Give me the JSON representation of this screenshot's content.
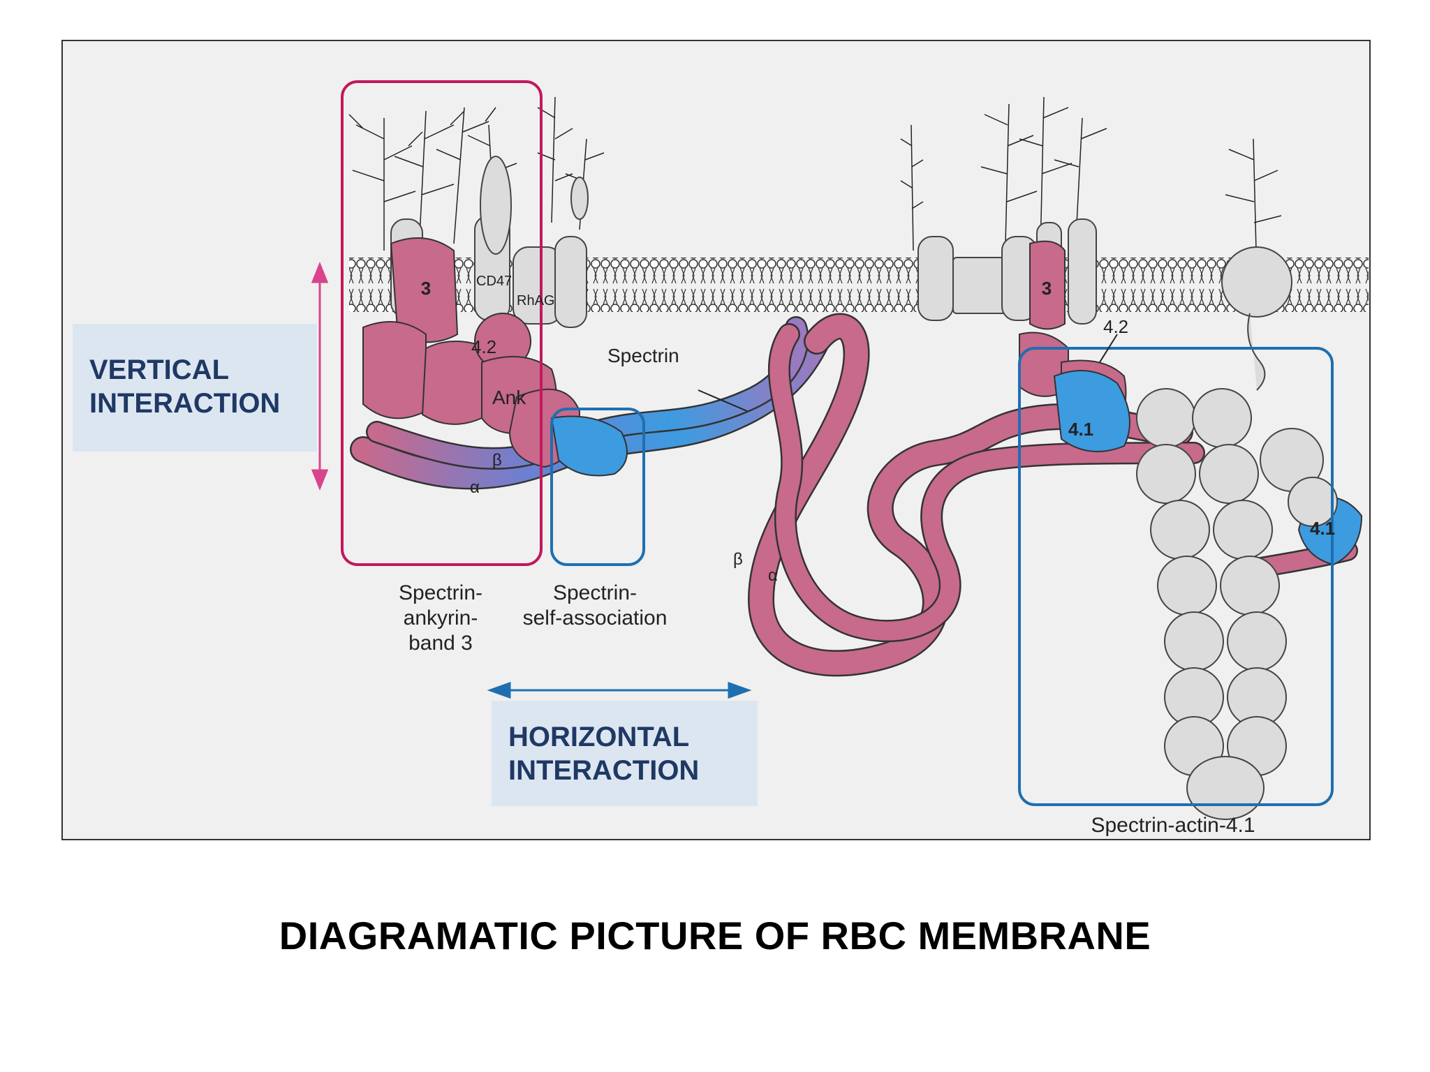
{
  "labels": {
    "band3_left": "3",
    "band3_right": "3",
    "cd47": "CD47",
    "rhag": "RhAG",
    "protein42_left": "4.2",
    "protein42_right": "4.2",
    "ankyrin": "Ank",
    "spectrin": "Spectrin",
    "beta_left": "β",
    "alpha_left": "α",
    "beta_mid": "β",
    "alpha_mid": "α",
    "protein41_a": "4.1",
    "protein41_b": "4.1"
  },
  "regions": {
    "spectrin_ankyrin_band3": [
      "Spectrin-",
      "ankyrin-",
      "band 3"
    ],
    "spectrin_self_association": [
      "Spectrin-",
      "self-association"
    ],
    "spectrin_actin_41": "Spectrin-actin-4.1"
  },
  "callouts": {
    "vertical": [
      "VERTICAL",
      "INTERACTION"
    ],
    "horizontal": [
      "HORIZONTAL",
      "INTERACTION"
    ]
  },
  "caption": "DIAGRAMATIC PICTURE OF RBC MEMBRANE",
  "colors": {
    "protein_pink": "#c76a8c",
    "protein_blue": "#3d9be0",
    "actin_grey": "#dcdcdc",
    "box_magenta": "#c2185b",
    "box_blue": "#1e6fb0",
    "callout_bg": "#dce6f1",
    "callout_text": "#1f3864"
  }
}
